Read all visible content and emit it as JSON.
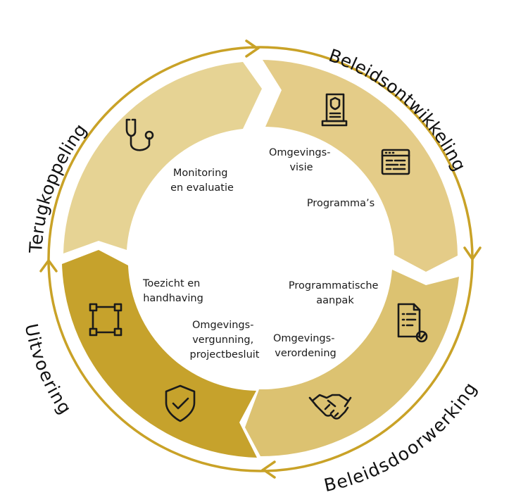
{
  "colors": {
    "outer_ring": "#c9a227",
    "terugkoppeling": "#e6d394",
    "beleidsontwikkeling": "#e4cc88",
    "beleidsdoorwerking": "#dcc271",
    "uitvoering": "#c6a22c",
    "ink": "#1a1a1a"
  },
  "phases": {
    "terugkoppeling": "Terugkoppeling",
    "beleidsontwikkeling": "Beleidsontwikkeling",
    "beleidsdoorwerking": "Beleidsdoorwerking",
    "uitvoering": "Uitvoering"
  },
  "inner": {
    "monitoring": [
      "Monitoring",
      "en evaluatie"
    ],
    "omgevingsvisie": [
      "Omgevings-",
      "visie"
    ],
    "programmas": [
      "Programma’s"
    ],
    "programmatische": [
      "Programmatische",
      "aanpak"
    ],
    "omgevingsverordening": [
      "Omgevings-",
      "verordening"
    ],
    "omgevingsvergunning": [
      "Omgevings-",
      "vergunning,",
      "projectbesluit"
    ],
    "toezicht": [
      "Toezicht en",
      "handhaving"
    ]
  },
  "icons": {
    "terugkoppeling": "stethoscope-icon",
    "beleidsontwikkeling_1": "document-seal-icon",
    "beleidsontwikkeling_2": "browser-window-icon",
    "beleidsdoorwerking_1": "checklist-document-icon",
    "beleidsdoorwerking_2": "handshake-icon",
    "uitvoering_1": "selection-square-icon",
    "uitvoering_2": "shield-check-icon"
  }
}
